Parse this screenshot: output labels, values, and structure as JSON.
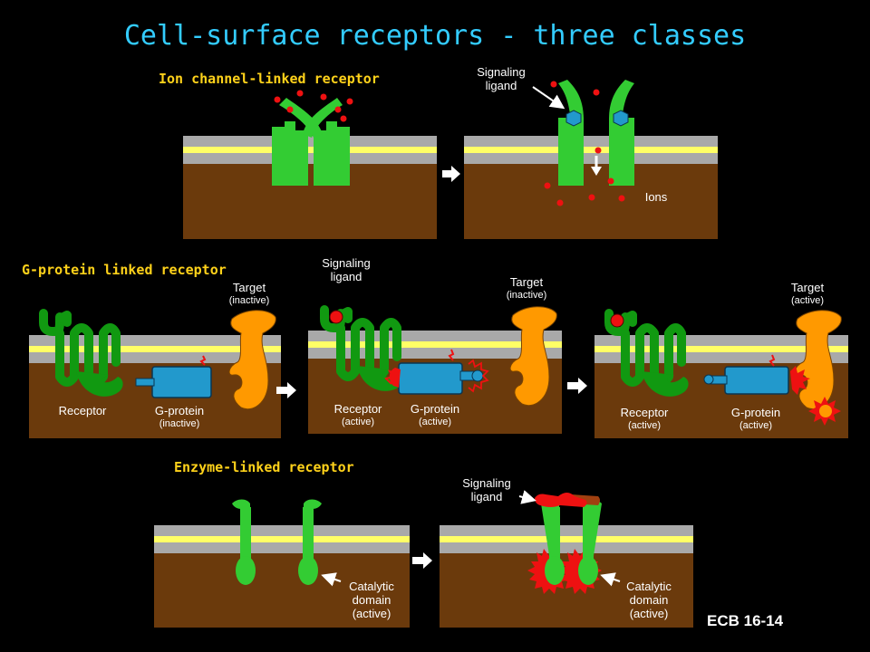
{
  "title": "Cell-surface receptors - three classes",
  "sections": {
    "ion": "Ion channel-linked receptor",
    "gprotein": "G-protein linked receptor",
    "enzyme": "Enzyme-linked receptor"
  },
  "labels": {
    "signaling_ligand_1": "Signaling\nligand",
    "ions": "Ions",
    "signaling_ligand_2": "Signaling\nligand",
    "target_1": "Target",
    "target_1_state": "(inactive)",
    "receptor_1": "Receptor",
    "gprotein_1": "G-protein",
    "gprotein_1_state": "(inactive)",
    "target_2": "Target",
    "target_2_state": "(inactive)",
    "receptor_2": "Receptor",
    "receptor_2_state": "(active)",
    "gprotein_2": "G-protein",
    "gprotein_2_state": "(active)",
    "target_3": "Target",
    "target_3_state": "(active)",
    "receptor_3": "Receptor",
    "receptor_3_state": "(active)",
    "gprotein_3": "G-protein",
    "gprotein_3_state": "(active)",
    "signaling_ligand_3": "Signaling\nligand",
    "catalytic_1": "Catalytic\ndomain\n(active)",
    "catalytic_2": "Catalytic\ndomain\n(active)"
  },
  "reference": "ECB 16-14",
  "colors": {
    "title": "#33ccff",
    "section": "#ffd21a",
    "cytoplasm": "#6b3a0c",
    "membrane_gray": "#a9a9a9",
    "membrane_yellow": "#ffff66",
    "receptor_green": "#33cc33",
    "gpcr_green": "#119911",
    "gprotein_blue": "#2299cc",
    "target_orange": "#ff9900",
    "ligand_red": "#ee1111"
  }
}
